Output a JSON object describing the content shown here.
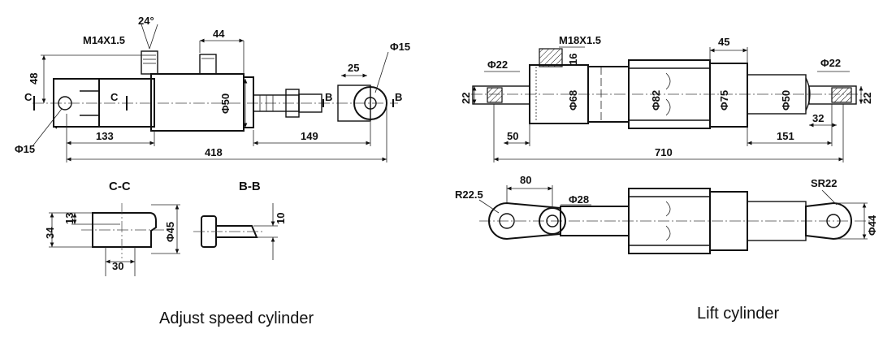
{
  "adjust": {
    "caption": "Adjust speed cylinder",
    "labels": {
      "angle": "24°",
      "thread": "M14X1.5",
      "dim_44": "44",
      "phi15_top": "Φ15",
      "dim_48": "48",
      "c_left": "C",
      "c_right": "C",
      "phi50": "Φ50",
      "dim_25": "25",
      "b_left": "B",
      "b_right": "B",
      "phi15_bottom": "Φ15",
      "dim_133": "133",
      "dim_149": "149",
      "dim_418": "418"
    },
    "sections": {
      "cc_title": "C-C",
      "bb_title": "B-B",
      "dim_34": "34",
      "dim_13": "13",
      "phi45": "Φ45",
      "dim_30": "30",
      "dim_10": "10"
    }
  },
  "lift": {
    "caption": "Lift cylinder",
    "labels": {
      "thread": "M18X1.5",
      "dim_16": "16",
      "dim_45": "45",
      "phi22_left": "Φ22",
      "phi22_right": "Φ22",
      "dim_22_left": "22",
      "dim_22_right": "22",
      "phi68": "Φ68",
      "phi82": "Φ82",
      "phi75": "Φ75",
      "phi50": "Φ50",
      "dim_32": "32",
      "dim_50": "50",
      "dim_151": "151",
      "dim_710": "710",
      "dim_80": "80",
      "r22_5": "R22.5",
      "phi28": "Φ28",
      "sr22": "SR22",
      "phi44": "Φ44"
    }
  }
}
